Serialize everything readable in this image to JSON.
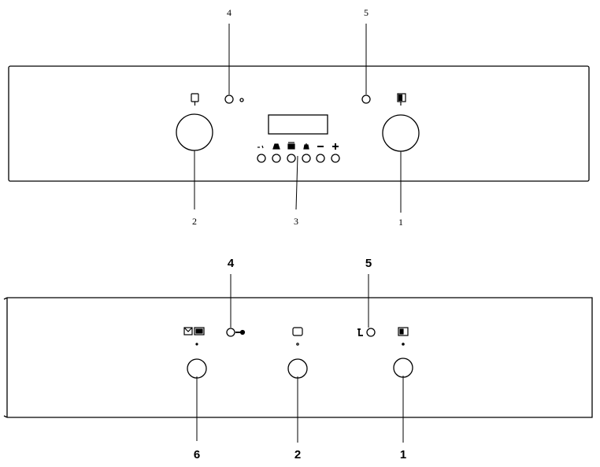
{
  "top_panel": {
    "callouts": {
      "c4": "4",
      "c5": "5",
      "c2": "2",
      "c3": "3",
      "c1": "1"
    },
    "icons": [
      "oven-light-icon",
      "grill-icon",
      "key-icon",
      "clock-icon",
      "bell-icon",
      "fan-icon",
      "minus-icon",
      "plus-icon",
      "function-icon"
    ]
  },
  "bottom_panel": {
    "callouts": {
      "c4": "4",
      "c5": "5",
      "c6": "6",
      "c2": "2",
      "c1": "1"
    },
    "icons": [
      "envelope-grill-icon",
      "key-icon",
      "oven-icon",
      "clock-icon",
      "function-icon"
    ]
  }
}
